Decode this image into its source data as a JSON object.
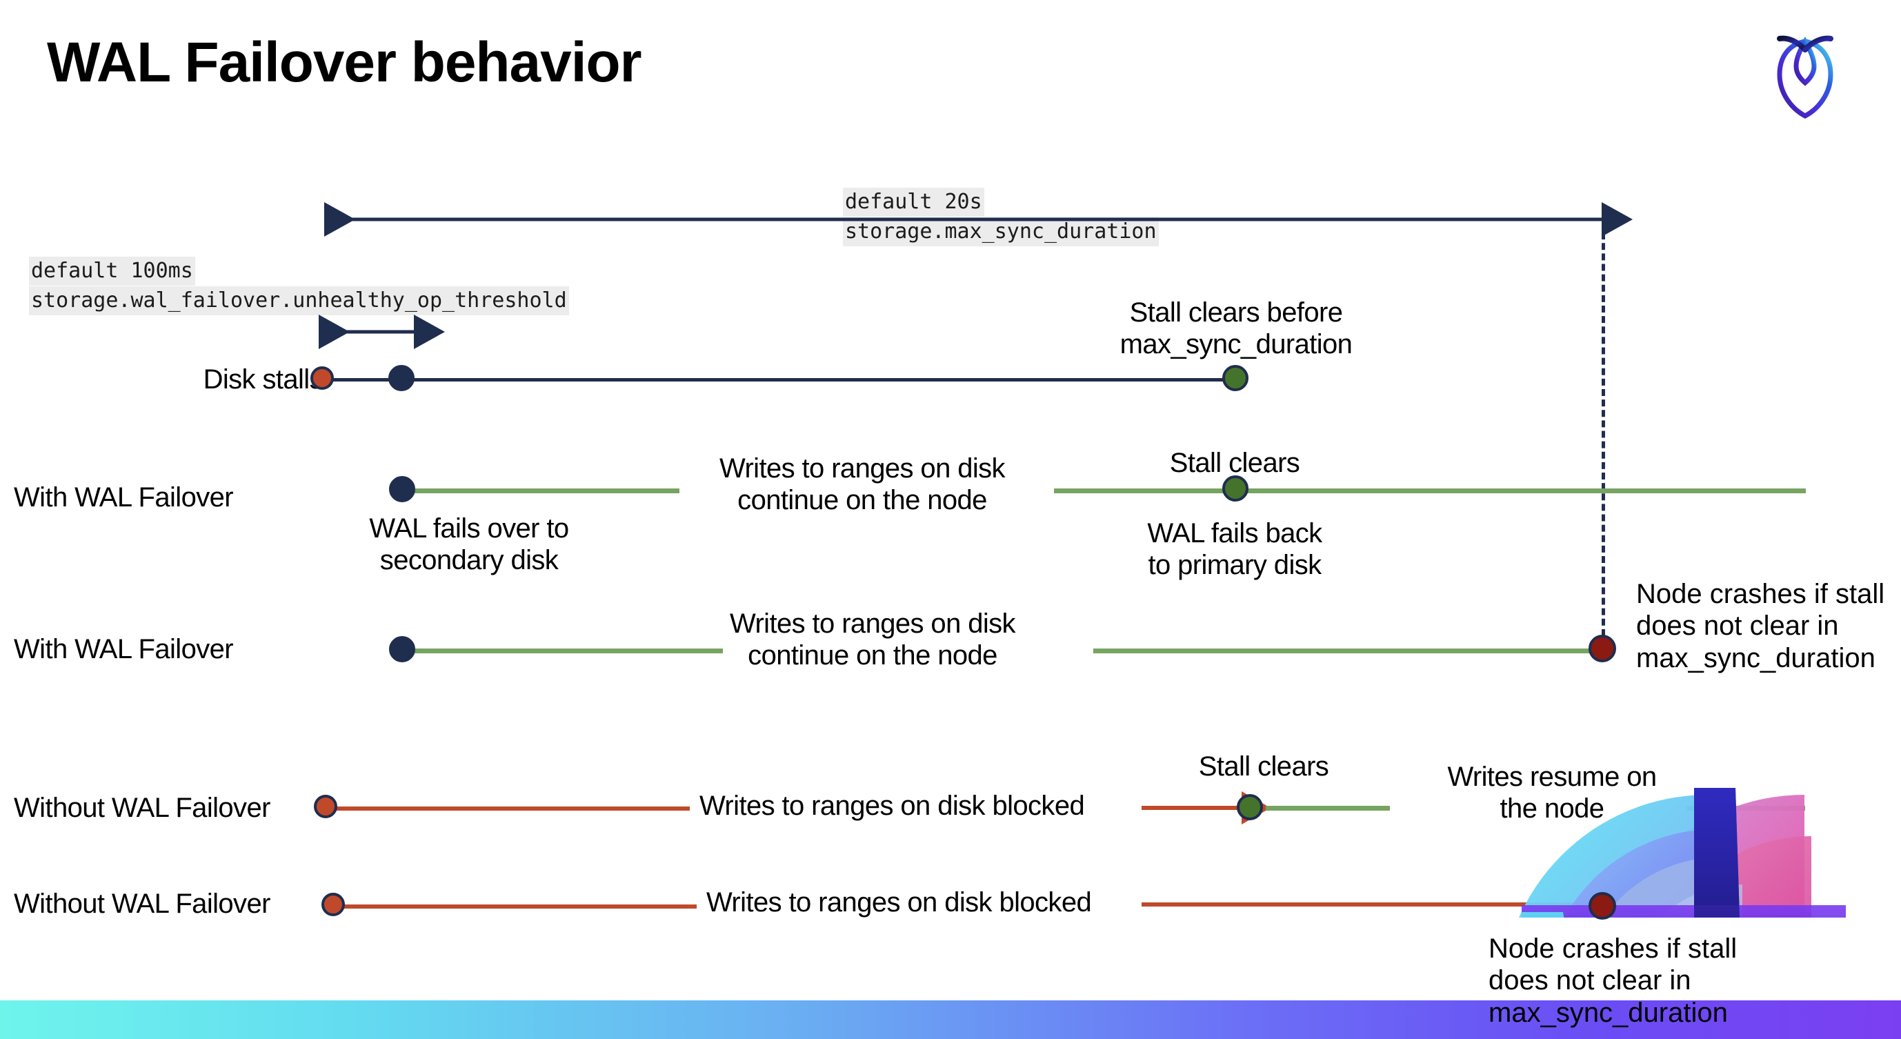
{
  "slide": {
    "title": "WAL Failover behavior",
    "logo_name": "cockroachdb-logo"
  },
  "annotations": {
    "max_sync": {
      "default": "default 20s",
      "setting": "storage.max_sync_duration"
    },
    "unhealthy_threshold": {
      "default": "default 100ms",
      "setting": "storage.wal_failover.unhealthy_op_threshold"
    }
  },
  "rows": [
    {
      "label": "Disk stalls",
      "notes": [
        "Stall clears before\nmax_sync_duration"
      ]
    },
    {
      "label": "With WAL Failover",
      "notes": [
        "Writes to ranges on disk\ncontinue on the node",
        "Stall clears",
        "WAL fails over to\nsecondary disk",
        "WAL fails  back\nto primary disk"
      ]
    },
    {
      "label": "With WAL Failover",
      "notes": [
        "Writes to ranges on disk\ncontinue on the node",
        "Node crashes if stall\ndoes not clear in\nmax_sync_duration"
      ]
    },
    {
      "label": "Without WAL Failover",
      "notes": [
        "Writes to ranges on disk  blocked",
        "Stall clears",
        "Writes resume on\nthe node"
      ]
    },
    {
      "label": "Without WAL Failover",
      "notes": [
        "Writes to ranges on disk  blocked",
        "Node crashes if stall\ndoes not clear in\nmax_sync_duration"
      ]
    }
  ],
  "colors": {
    "navy": "#1f2d4e",
    "orange": "#c0492b",
    "green_line": "#76a461",
    "green_dot": "#44742c",
    "dark_red": "#8b1a12",
    "code_bg": "#ececec"
  }
}
